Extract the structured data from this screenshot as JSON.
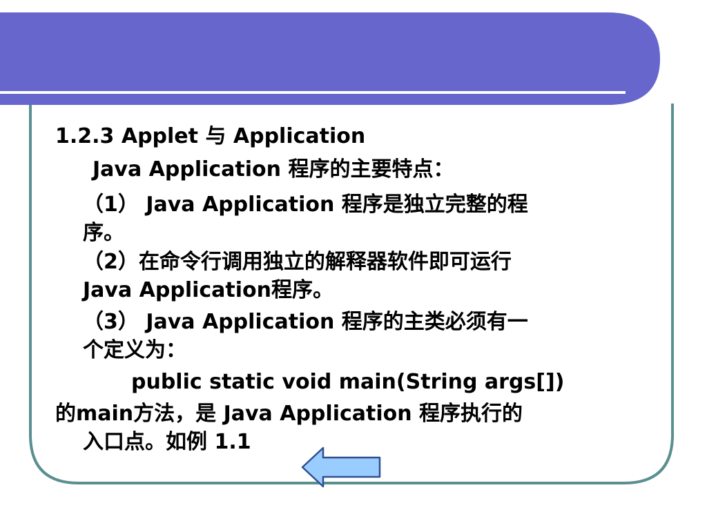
{
  "slide": {
    "heading": "1.2.3  Applet 与 Application",
    "subheading": "Java Application 程序的主要特点：",
    "item1": {
      "marker": "（1）",
      "line1": " Java Application 程序是独立完整的程",
      "line2": "序。"
    },
    "item2": {
      "marker": "（2）",
      "line1": "在命令行调用独立的解释器软件即可运行",
      "line2": "Java Application程序。"
    },
    "item3": {
      "marker": "（3）",
      "line1": " Java Application 程序的主类必须有一",
      "line2": "个定义为："
    },
    "code": "public static void main(String args[])",
    "closing": {
      "line1": "的main方法，是 Java Application 程序执行的",
      "line2": "入口点。如例 1.1"
    }
  },
  "colors": {
    "header_band": "#6666cc",
    "frame_border": "#5b8f8f",
    "rule": "#ffffff",
    "arrow_fill": "#99ccff",
    "arrow_stroke": "#2f4f8f"
  },
  "icons": {
    "back": "left-arrow-icon"
  }
}
